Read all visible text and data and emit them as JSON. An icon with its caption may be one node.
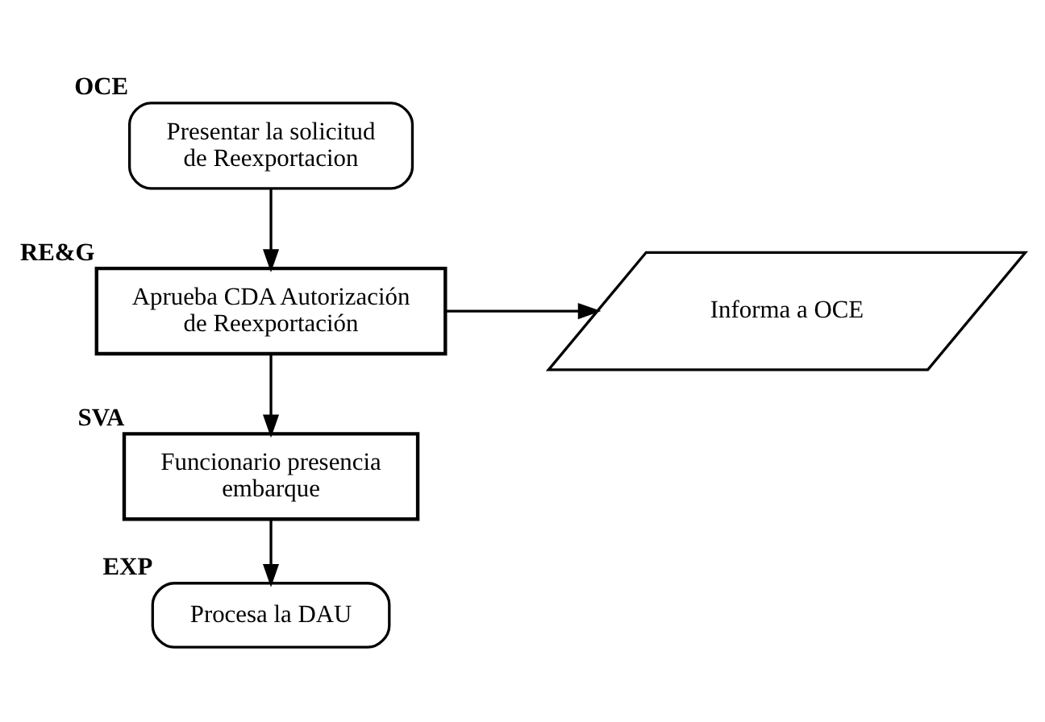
{
  "diagram": {
    "nodes": [
      {
        "text": [
          "Presentar la solicitud de Reexportacion"
        ],
        "beside": [
          "OCE"
        ]
      },
      {
        "text": [
          "Aprueba CDA Autorización de Reexportación"
        ],
        "beside": [
          "RE&G"
        ]
      },
      {
        "text": [
          "Informa a OCE"
        ]
      },
      {
        "text": [
          "Funcionario presencia embarque"
        ],
        "beside": [
          "SVA"
        ]
      },
      {
        "text": [
          "Procesa la DAU"
        ],
        "beside": [
          "EXP"
        ]
      }
    ],
    "edges": [
      {
        "from": 0,
        "to": 1,
        "arrow": "to"
      },
      {
        "from": 1,
        "to": 2,
        "arrow": "to"
      },
      {
        "from": 1,
        "to": 3,
        "arrow": "to"
      },
      {
        "from": 3,
        "to": 4,
        "arrow": "to"
      }
    ]
  }
}
